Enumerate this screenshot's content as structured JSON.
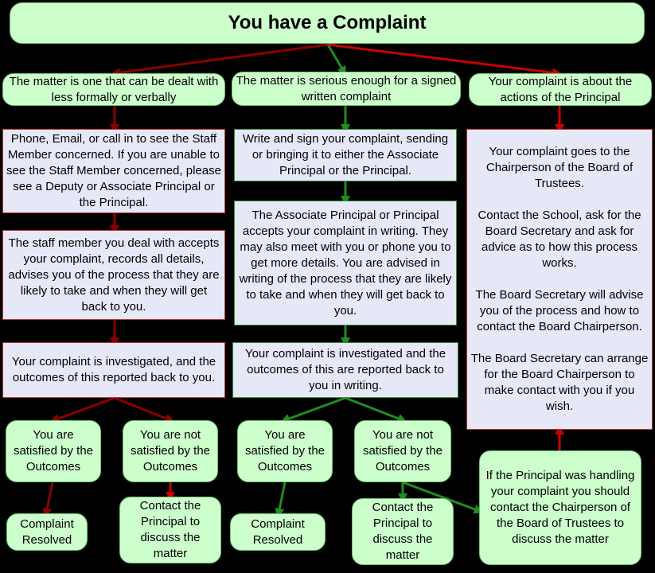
{
  "title": "You have a Complaint",
  "colors": {
    "background": "#000000",
    "green_box": "#ccffcc",
    "lavender_box": "#e6e8f8",
    "red_connector": "#cc0000",
    "dark_red_connector": "#8b0000",
    "green_connector": "#228b22"
  },
  "columns": {
    "informal": {
      "header": "The matter is one that can be dealt with less formally or verbally",
      "step1": "Phone, Email, or call in to see the Staff Member concerned. If you are unable to see the Staff Member concerned, please see a Deputy or Associate Principal or the Principal.",
      "step2": "The staff member you deal with accepts your complaint, records all details, advises you of the process that they are likely to take and when they will get back to you.",
      "step3": "Your complaint is investigated, and the outcomes of this reported back to you.",
      "satisfied": "You are satisfied by the Outcomes",
      "not_satisfied": "You are not satisfied by the Outcomes",
      "resolved": "Complaint Resolved",
      "contact_principal": "Contact the Principal to discuss the matter"
    },
    "written": {
      "header": "The matter is serious enough for a signed written complaint",
      "step1": "Write and sign your complaint, sending or bringing it to either the Associate Principal or the Principal.",
      "step2": "The Associate Principal or Principal accepts your complaint in writing. They may also meet with you or phone you to get more details. You are advised in writing of the process that they are likely to take and when they will get back to you.",
      "step3": "Your complaint is investigated and the outcomes of this are reported back to you in writing.",
      "satisfied": "You are satisfied by the Outcomes",
      "not_satisfied": "You are not satisfied by the Outcomes",
      "resolved": "Complaint Resolved",
      "contact_principal": "Contact the Principal to discuss the matter"
    },
    "principal": {
      "header": "Your complaint is about the actions of the Principal",
      "step1": "Your complaint goes to the Chairperson of the Board of Trustees.\n\nContact the School, ask for the Board Secretary and ask for advice as to how this process works.\n\nThe Board Secretary will advise you of the process and how to contact the Board Chairperson.\n\nThe Board Secretary can arrange for the Board Chairperson to make contact with you if you wish.",
      "escalation": "If the Principal was handling your complaint you should contact the Chairperson of the Board of Trustees to discuss the matter"
    }
  }
}
